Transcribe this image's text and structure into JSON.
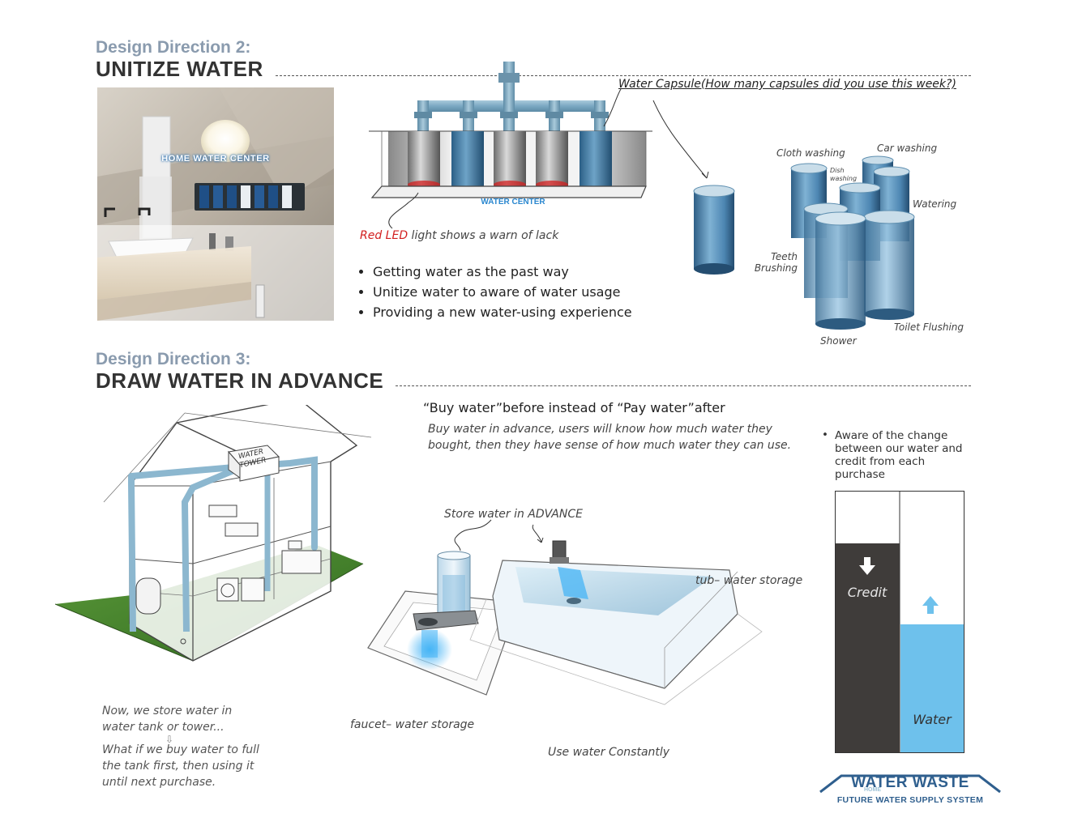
{
  "section2": {
    "pre_title": "Design Direction 2:",
    "title": "UNITIZE WATER",
    "photo_label": "HOME WATER CENTER",
    "capsule_caption": "Water Capsule(How many capsules did you use this week?)",
    "water_center_label": "WATER CENTER",
    "led_red": "Red LED",
    "led_rest": " light shows a warn of lack",
    "bullets": [
      "Getting water as the past way",
      "Unitize water to aware of water usage",
      "Providing  a new water-using experience"
    ],
    "capsule_labels": {
      "cloth": "Cloth washing",
      "car": "Car washing",
      "dish1": "Dish",
      "dish2": "washing",
      "watering": "Watering",
      "teeth1": "Teeth",
      "teeth2": "Brushing",
      "toilet": "Toilet Flushing",
      "shower": "Shower"
    }
  },
  "section3": {
    "pre_title": "Design Direction 3:",
    "title": "DRAW WATER IN ADVANCE",
    "headline": "“Buy water”before instead of “Pay water”after",
    "desc_line1": "Buy water in advance, users will know how much water  they",
    "desc_line2": "bought, then they have sense of  how much water they can use.",
    "aware_text": "Aware of the change between  our  water and credit from each purchase",
    "tower_label_1": "WATER",
    "tower_label_2": "TOWER",
    "store_label": "Store water in ADVANCE",
    "tub_label": "tub– water storage",
    "faucet_label": "faucet– water storage",
    "use_label": "Use water Constantly",
    "now_line1": "Now, we store water in",
    "now_line2": "water tank or tower...",
    "what_line1": "What if we buy water to full",
    "what_line2": "the tank first, then using it",
    "what_line3": "until next purchase.",
    "bar_credit": "Credit",
    "bar_water": "Water"
  },
  "logo": {
    "main": "WATER WASTE",
    "small": "HOME",
    "sub": "FUTURE WATER SUPPLY SYSTEM"
  },
  "chart_data": {
    "type": "bar",
    "categories": [
      "Credit",
      "Water"
    ],
    "values": [
      0.8,
      0.49
    ],
    "ylim": [
      0,
      1
    ],
    "grid": false,
    "colors": {
      "credit": "#3f3c3a",
      "water": "#6ec1ec"
    }
  },
  "colors": {
    "accent_blue": "#4a8fc0",
    "capsule_blue": "#3d7fae",
    "pipe_blue": "#8cb7cf",
    "led_red": "#d21f1f",
    "grass": "#3e7a28",
    "title_gray": "#8a9bae",
    "logo_blue": "#2f5f8e"
  }
}
